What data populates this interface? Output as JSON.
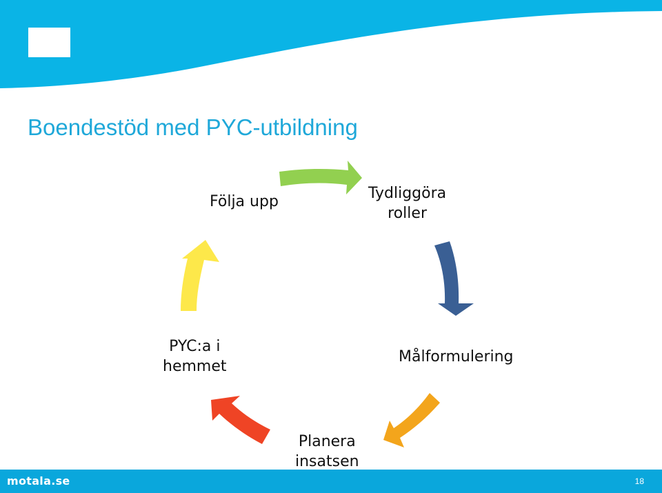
{
  "slide": {
    "title": "Boendestöd med PYC-utbildning"
  },
  "cycle": {
    "steps": [
      {
        "label": "Följa upp",
        "arrow_color": "#92d050"
      },
      {
        "label": "Tydliggöra\nroller",
        "arrow_color": "#3a5f94"
      },
      {
        "label": "Målformulering",
        "arrow_color": "#f3a51c"
      },
      {
        "label": "Planera\ninsatsen",
        "arrow_color": "#ef4425"
      },
      {
        "label": "PYC:a i\nhemmet",
        "arrow_color": "#fde84a"
      }
    ]
  },
  "footer": {
    "brand": "motala.se",
    "page_number": "18"
  },
  "colors": {
    "header_blue": "#0ab4e6",
    "title_blue": "#1fa8d9",
    "footer_blue": "#0aa7dc"
  }
}
